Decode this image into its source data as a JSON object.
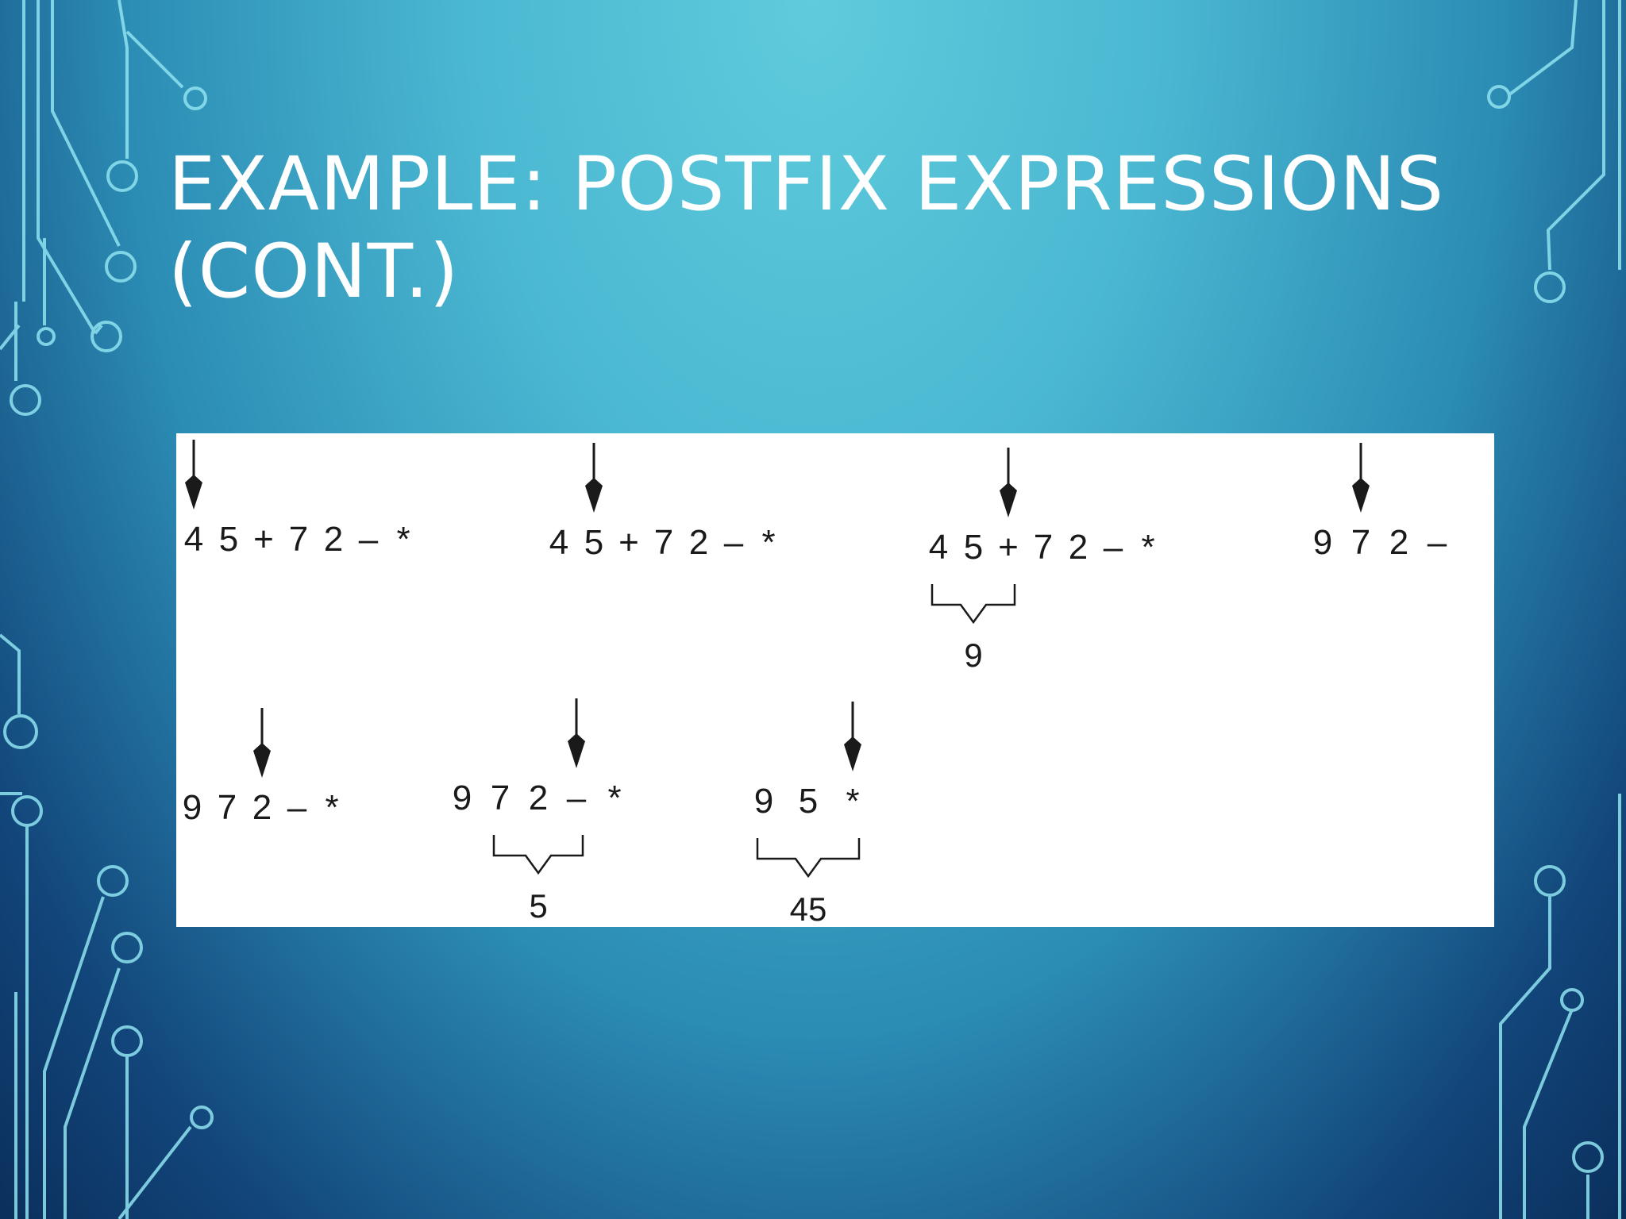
{
  "slide": {
    "title_line1": "EXAMPLE: POSTFIX EXPRESSIONS",
    "title_line2": "(CONT.)"
  },
  "figure": {
    "steps": [
      {
        "tokens": [
          "4",
          "5",
          "+",
          "7",
          "2",
          "–",
          "*"
        ],
        "pointer_index": 0
      },
      {
        "tokens": [
          "4",
          "5",
          "+",
          "7",
          "2",
          "–",
          "*"
        ],
        "pointer_index": 1
      },
      {
        "tokens": [
          "4",
          "5",
          "+",
          "7",
          "2",
          "–",
          "*"
        ],
        "pointer_index": 2,
        "result": "9"
      },
      {
        "tokens": [
          "9",
          "7",
          "2",
          "–"
        ],
        "pointer_index": 1
      },
      {
        "tokens": [
          "9",
          "7",
          "2",
          "–",
          "*"
        ],
        "pointer_index": 2
      },
      {
        "tokens": [
          "9",
          "7",
          "2",
          "–",
          "*"
        ],
        "pointer_index": 3,
        "result": "5"
      },
      {
        "tokens": [
          "9",
          "5",
          "*"
        ],
        "pointer_index": 2,
        "result": "45"
      }
    ]
  },
  "colors": {
    "title": "#ffffff",
    "circuit": "#8fe3f0",
    "ink": "#1a1a1a"
  }
}
